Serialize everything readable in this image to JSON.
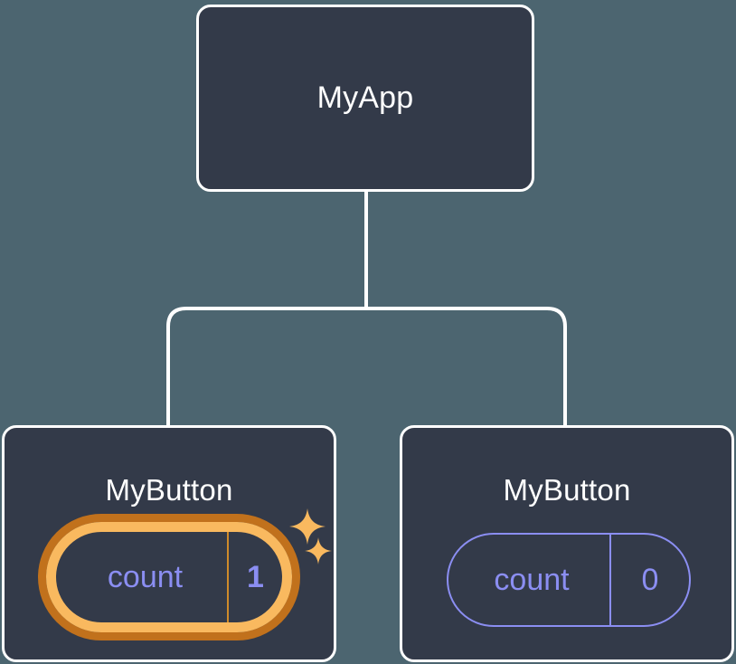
{
  "diagram": {
    "type": "component-tree",
    "background_color": "#4c6570",
    "card_fill_color": "#333a49",
    "card_border_color": "#ffffff",
    "connector_color": "#ffffff",
    "highlight_color": "#f9b95f",
    "highlight_outer_color": "#c1711c",
    "state_text_color": "#8b8ef2",
    "nodes": {
      "root": {
        "title": "MyApp"
      },
      "child_left": {
        "title": "MyButton",
        "state": {
          "key": "count",
          "value": "1",
          "highlighted": true
        }
      },
      "child_right": {
        "title": "MyButton",
        "state": {
          "key": "count",
          "value": "0",
          "highlighted": false
        }
      }
    },
    "icons": {
      "sparkle_large": "sparkle-icon",
      "sparkle_small": "sparkle-icon"
    }
  }
}
